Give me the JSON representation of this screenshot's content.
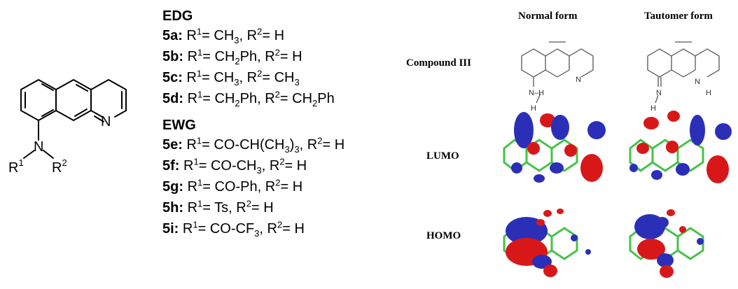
{
  "scheme": {
    "atom_R1": "R",
    "atom_R1_sup": "1",
    "atom_N1": "N",
    "atom_R2": "R",
    "atom_R2_sup": "2",
    "atom_N2": "N"
  },
  "substituents": {
    "edg_title": "EDG",
    "ewg_title": "EWG",
    "edg": [
      {
        "id": "5a:",
        "r1": "CH",
        "r1_sub": "3",
        "r1_tail": "",
        "r2": "H",
        "r2_sub": "",
        "r2_tail": ""
      },
      {
        "id": "5b:",
        "r1": "CH",
        "r1_sub": "2",
        "r1_tail": "Ph",
        "r2": "H",
        "r2_sub": "",
        "r2_tail": ""
      },
      {
        "id": "5c:",
        "r1": "CH",
        "r1_sub": "3",
        "r1_tail": "",
        "r2": "CH",
        "r2_sub": "3",
        "r2_tail": ""
      },
      {
        "id": "5d:",
        "r1": "CH",
        "r1_sub": "2",
        "r1_tail": "Ph",
        "r2": "CH",
        "r2_sub": "2",
        "r2_tail": "Ph"
      }
    ],
    "ewg": [
      {
        "id": "5e:",
        "r1": "CO-CH(CH",
        "r1_sub": "3",
        "r1_tail": ")",
        "r1_sub2": "3",
        "r2": "H"
      },
      {
        "id": "5f:",
        "r1": "CO-CH",
        "r1_sub": "3",
        "r1_tail": "",
        "r1_sub2": "",
        "r2": "H"
      },
      {
        "id": "5g:",
        "r1": "CO-Ph",
        "r1_sub": "",
        "r1_tail": "",
        "r1_sub2": "",
        "r2": "H"
      },
      {
        "id": "5h:",
        "r1": "Ts",
        "r1_sub": "",
        "r1_tail": "",
        "r1_sub2": "",
        "r2": "H"
      },
      {
        "id": "5i:",
        "r1": "CO-CF",
        "r1_sub": "3",
        "r1_tail": "",
        "r1_sub2": "",
        "r2": "H"
      }
    ],
    "r1_label": "R",
    "r1_label_sup": "1",
    "r2_label": "R",
    "r2_label_sup": "2",
    "equals": "= "
  },
  "orbitals": {
    "col_normal": "Normal form",
    "col_tautomer": "Tautomer form",
    "row_compound": "Compound III",
    "row_lumo": "LUMO",
    "row_homo": "HOMO",
    "atoms": {
      "N": "N",
      "H": "H",
      "NH": "N–H"
    }
  },
  "colors": {
    "lobe_blue": "#2b2fb8",
    "lobe_red": "#d81818",
    "bond_green": "#45c24a"
  }
}
